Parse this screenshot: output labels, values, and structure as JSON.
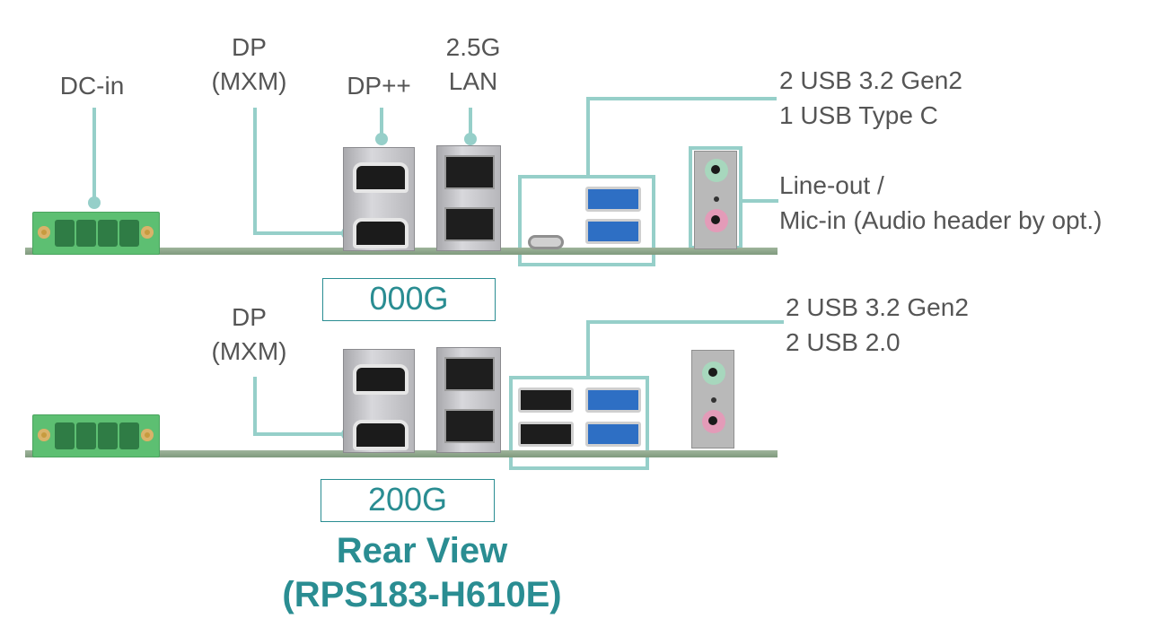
{
  "title": {
    "line1": "Rear View",
    "line2": "(RPS183-H610E)"
  },
  "colors": {
    "callout_line": "#96cfc9",
    "accent_text": "#2a8d92",
    "label_text": "#555555",
    "usb3_blue": "#2e6fc4",
    "terminal_green": "#5dbf72",
    "audio_line_out": "#a7d7bd",
    "audio_mic_in": "#e39bb8"
  },
  "variants": [
    {
      "name": "000G",
      "labels": {
        "dc_in": "DC-in",
        "dp_mxm_1": "DP",
        "dp_mxm_2": "(MXM)",
        "dp_plus": "DP++",
        "lan_1": "2.5G",
        "lan_2": "LAN",
        "usb_1": "2 USB 3.2 Gen2",
        "usb_2": "1 USB Type C",
        "audio_1": "Line-out /",
        "audio_2": "Mic-in (Audio header by opt.)"
      },
      "ports": [
        "dc-in-terminal",
        "displayport",
        "displayport",
        "rj45",
        "rj45",
        "usb-type-c",
        "usb-3.2",
        "usb-3.2",
        "line-out",
        "mic-in"
      ]
    },
    {
      "name": "200G",
      "labels": {
        "dp_mxm_1": "DP",
        "dp_mxm_2": "(MXM)",
        "usb_1": "2 USB 3.2 Gen2",
        "usb_2": "2 USB 2.0"
      },
      "ports": [
        "dc-in-terminal",
        "displayport",
        "displayport",
        "rj45",
        "rj45",
        "usb-2.0",
        "usb-2.0",
        "usb-3.2",
        "usb-3.2",
        "line-out",
        "mic-in"
      ]
    }
  ]
}
